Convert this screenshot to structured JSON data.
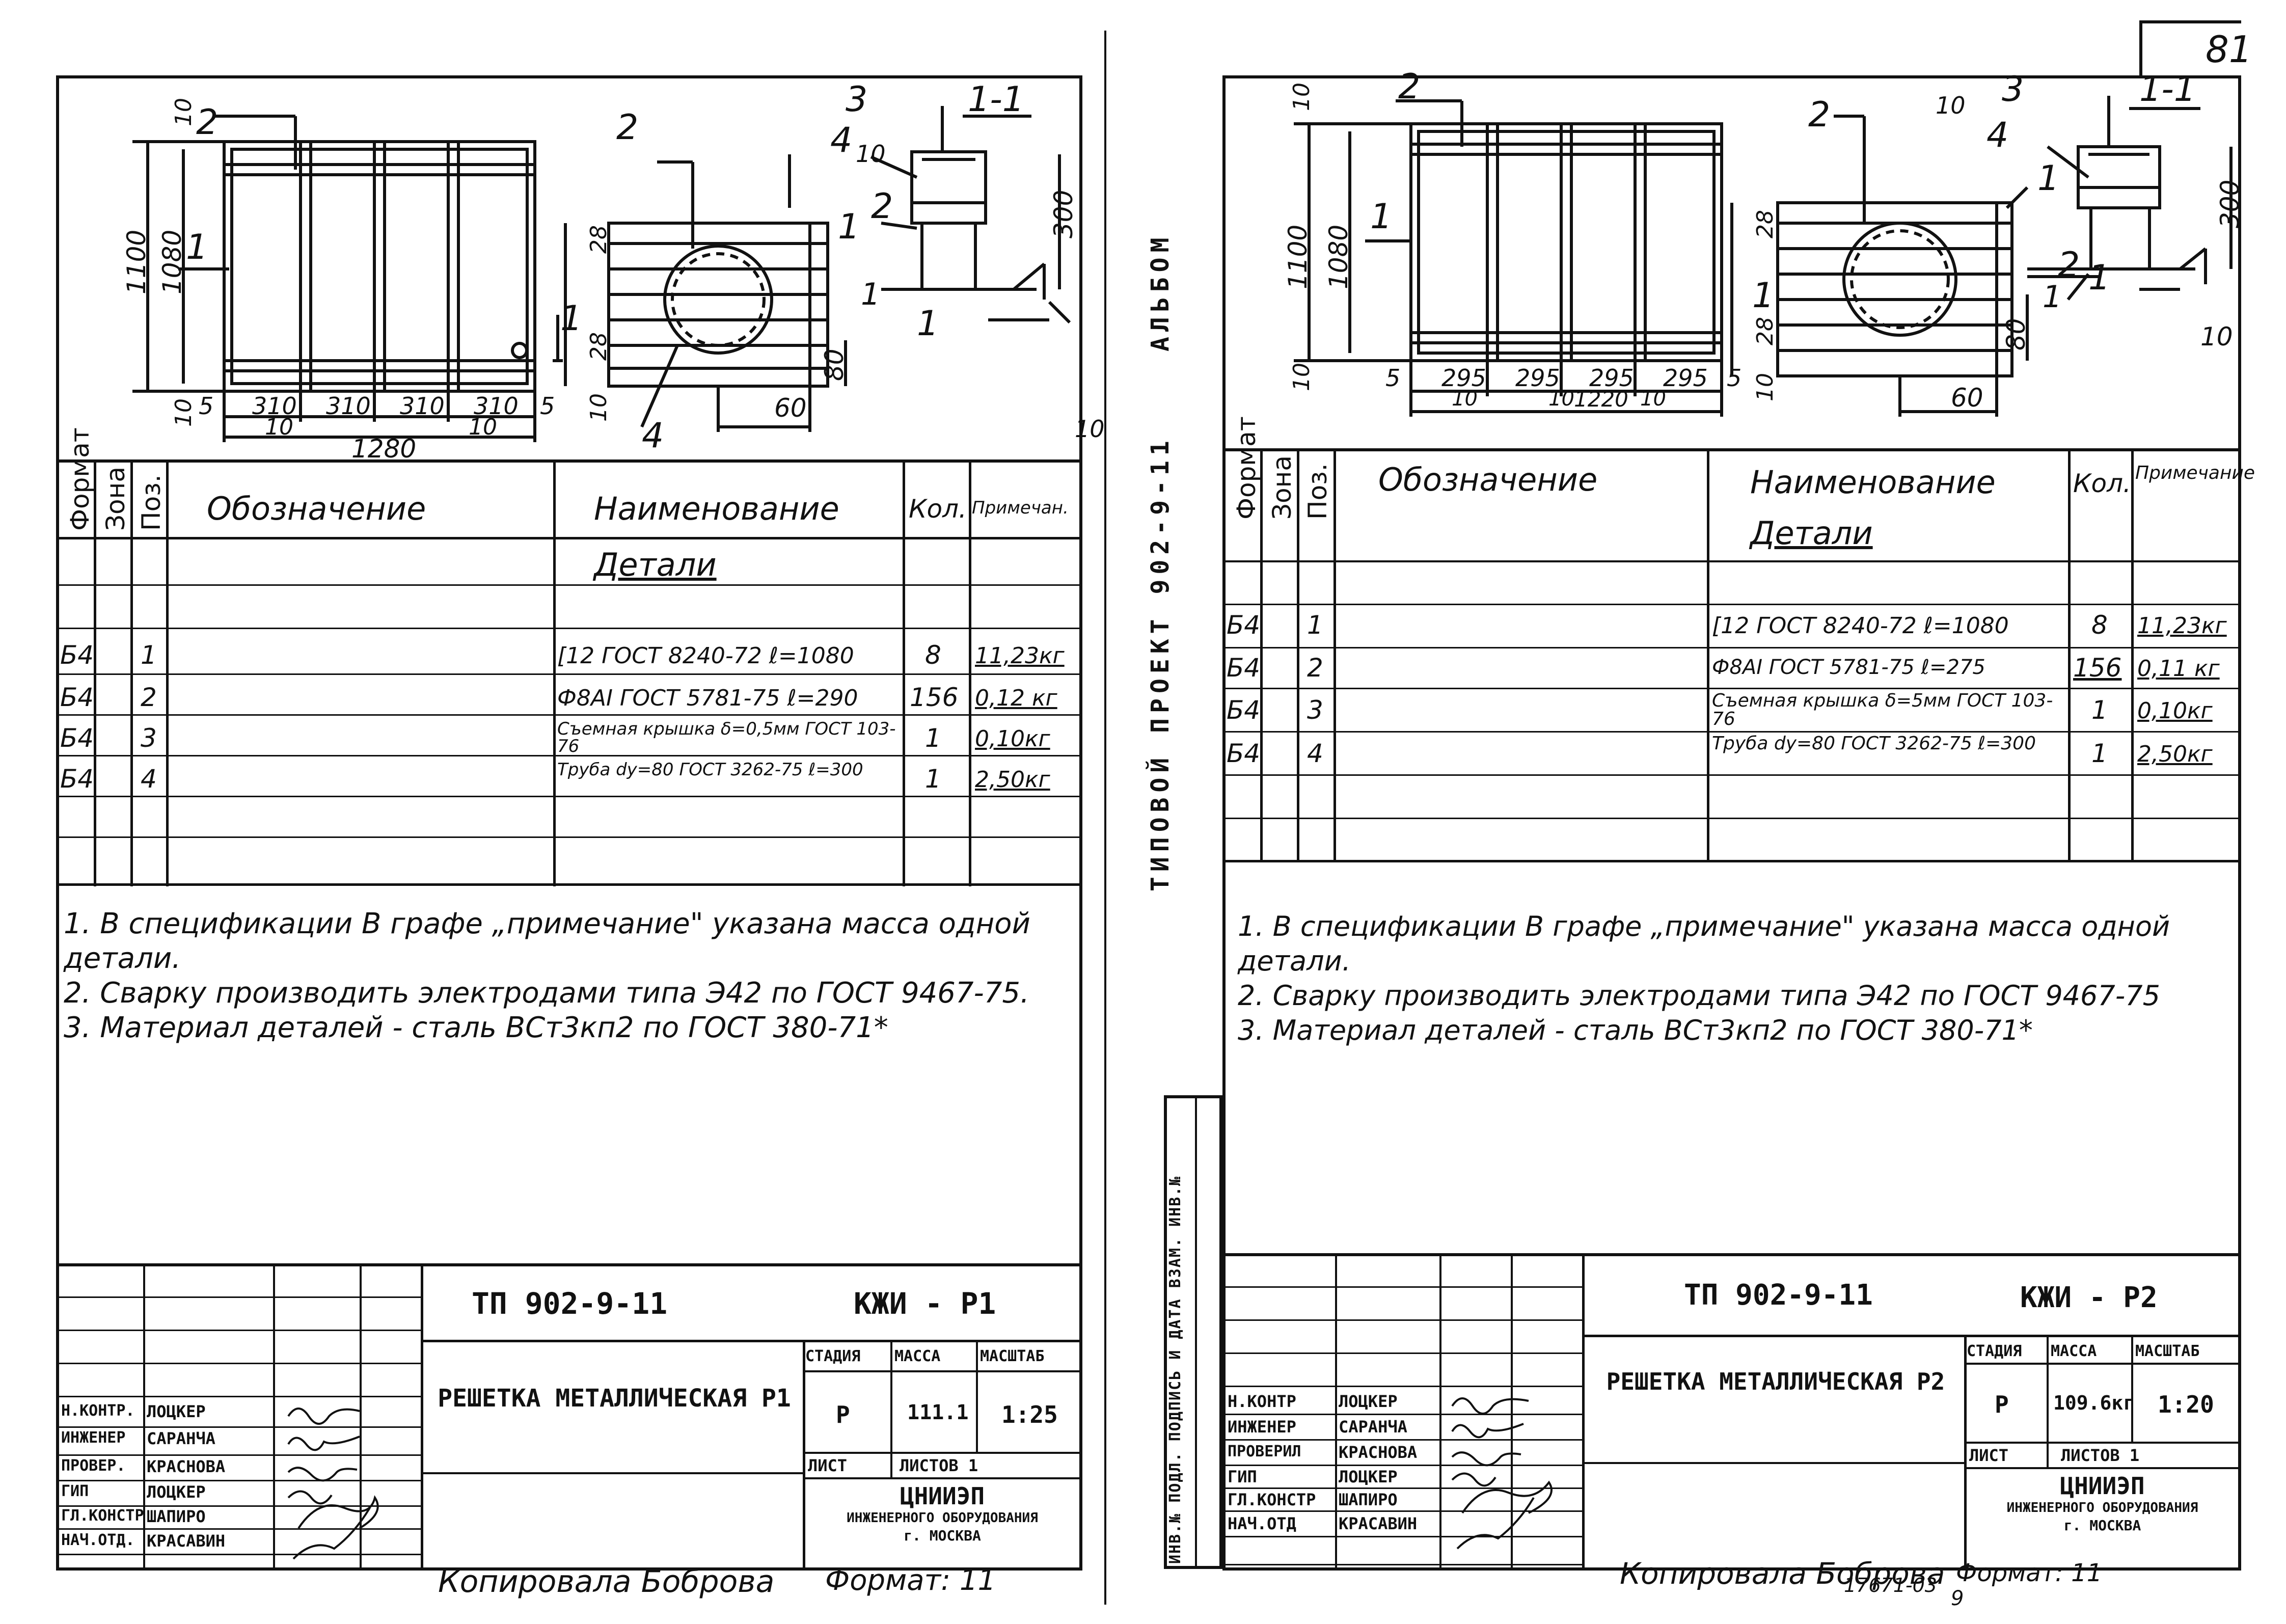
{
  "page_number": "81",
  "album_label": "АЛЬБОМ",
  "project_label": "ТИПОВОЙ ПРОЕКТ 902-9-11",
  "sidebar_stamp": "ИНВ.№ ПОДЛ. ПОДПИСЬ И ДАТА ВЗАМ. ИНВ.№",
  "copy_note": "Копировала Боброва",
  "format_label": "Формат: 11",
  "copy_note_right": "Копировала Боброва",
  "format_label_right": "Формат: 11",
  "order_number": "17671-03",
  "order_sheet": "9",
  "columns": {
    "format": "Формат",
    "zone": "Зона",
    "pos": "Поз.",
    "designation": "Обозначение",
    "name": "Наименование",
    "qty": "Кол.",
    "note_left": "Примечан.",
    "note_right": "Примечание"
  },
  "section_title": "Детали",
  "left": {
    "dims": {
      "h1100": "1100",
      "h1080": "1080",
      "d10a": "10",
      "d10b": "10",
      "bottom": [
        "5",
        "310",
        "310",
        "310",
        "310",
        "5"
      ],
      "bottom2": [
        "10",
        "10"
      ],
      "total": "1280",
      "s28a": "28",
      "s28b": "28",
      "s10": "10",
      "s80": "80",
      "s60": "60",
      "s10t": "10",
      "s300": "300",
      "s10r": "10"
    },
    "callouts": {
      "p1": "1",
      "p2": "2",
      "p3": "3",
      "p4": "4",
      "sec": "1-1"
    },
    "rows": [
      {
        "format": "Б4",
        "pos": "1",
        "name": "[12 ГОСТ 8240-72  ℓ=1080",
        "qty": "8",
        "note": "11,23кг"
      },
      {
        "format": "Б4",
        "pos": "2",
        "name": "Ф8АI ГОСТ 5781-75  ℓ=290",
        "qty": "156",
        "note": "0,12 кг"
      },
      {
        "format": "Б4",
        "pos": "3",
        "name": "Съемная крышка δ=0,5мм  ГОСТ 103-76",
        "qty": "1",
        "note": "0,10кг"
      },
      {
        "format": "Б4",
        "pos": "4",
        "name": "Труба dу=80 ГОСТ 3262-75  ℓ=300",
        "qty": "1",
        "note": "2,50кг"
      }
    ],
    "notes": [
      "1. В спецификации В графе „примечание\" указана масса одной детали.",
      "2. Сварку производить электродами типа Э42 по ГОСТ 9467-75.",
      "3. Материал деталей - сталь ВСт3кп2 по ГОСТ 380-71*"
    ],
    "title_block": {
      "project": "ТП 902-9-11",
      "code": "КЖИ - Р1",
      "title": "РЕШЕТКА МЕТАЛЛИЧЕСКАЯ Р1",
      "stage_h": "СТАДИЯ",
      "mass_h": "МАССА",
      "scale_h": "МАСШТАБ",
      "stage": "Р",
      "mass": "111.1",
      "scale": "1:25",
      "sheet_h": "ЛИСТ",
      "sheets_h": "ЛИСТОВ 1",
      "org1": "ЦНИИЭП",
      "org2": "ИНЖЕНЕРНОГО ОБОРУДОВАНИЯ",
      "org3": "г. МОСКВА",
      "roles": [
        "Н.КОНТР.",
        "ИНЖЕНЕР",
        "ПРОВЕР.",
        "ГИП",
        "ГЛ.КОНСТР",
        "НАЧ.ОТД."
      ],
      "names": [
        "ЛОЦКЕР",
        "САРАНЧА",
        "КРАСНОВА",
        "ЛОЦКЕР",
        "ШАПИРО",
        "КРАСАВИН"
      ]
    }
  },
  "right": {
    "dims": {
      "h1100": "1100",
      "h1080": "1080",
      "d10a": "10",
      "d10b": "10",
      "bottom": [
        "5",
        "295",
        "295",
        "295",
        "295",
        "5"
      ],
      "bottom2": [
        "10",
        "10",
        "10"
      ],
      "total": "1220",
      "s28a": "28",
      "s28b": "28",
      "s10": "10",
      "s80": "80",
      "s60": "60",
      "s10t": "10",
      "s300": "300",
      "s10r": "10"
    },
    "callouts": {
      "p1": "1",
      "p2": "2",
      "p3": "3",
      "p4": "4",
      "sec": "1-1"
    },
    "rows": [
      {
        "format": "Б4",
        "pos": "1",
        "name": "[12 ГОСТ 8240-72  ℓ=1080",
        "qty": "8",
        "note": "11,23кг"
      },
      {
        "format": "Б4",
        "pos": "2",
        "name": "Ф8АI ГОСТ 5781-75  ℓ=275",
        "qty": "156",
        "note": "0,11 кг"
      },
      {
        "format": "Б4",
        "pos": "3",
        "name": "Съемная крышка δ=5мм  ГОСТ 103-76",
        "qty": "1",
        "note": "0,10кг"
      },
      {
        "format": "Б4",
        "pos": "4",
        "name": "Труба dу=80 ГОСТ 3262-75  ℓ=300",
        "qty": "1",
        "note": "2,50кг"
      }
    ],
    "notes": [
      "1. В спецификации В графе „примечание\" указана масса одной детали.",
      "2. Сварку производить электродами типа Э42 по ГОСТ 9467-75",
      "3. Материал деталей - сталь ВСт3кп2 по ГОСТ 380-71*"
    ],
    "title_block": {
      "project": "ТП 902-9-11",
      "code": "КЖИ - Р2",
      "title": "РЕШЕТКА МЕТАЛЛИЧЕСКАЯ Р2",
      "stage_h": "СТАДИЯ",
      "mass_h": "МАССА",
      "scale_h": "МАСШТАБ",
      "stage": "Р",
      "mass": "109.6кг",
      "scale": "1:20",
      "sheet_h": "ЛИСТ",
      "sheets_h": "ЛИСТОВ 1",
      "org1": "ЦНИИЭП",
      "org2": "ИНЖЕНЕРНОГО ОБОРУДОВАНИЯ",
      "org3": "г. МОСКВА",
      "roles": [
        "Н.КОНТР",
        "ИНЖЕНЕР",
        "ПРОВЕРИЛ",
        "ГИП",
        "ГЛ.КОНСТР",
        "НАЧ.ОТД"
      ],
      "names": [
        "ЛОЦКЕР",
        "САРАНЧА",
        "КРАСНОВА",
        "ЛОЦКЕР",
        "ШАПИРО",
        "КРАСАВИН"
      ]
    }
  }
}
